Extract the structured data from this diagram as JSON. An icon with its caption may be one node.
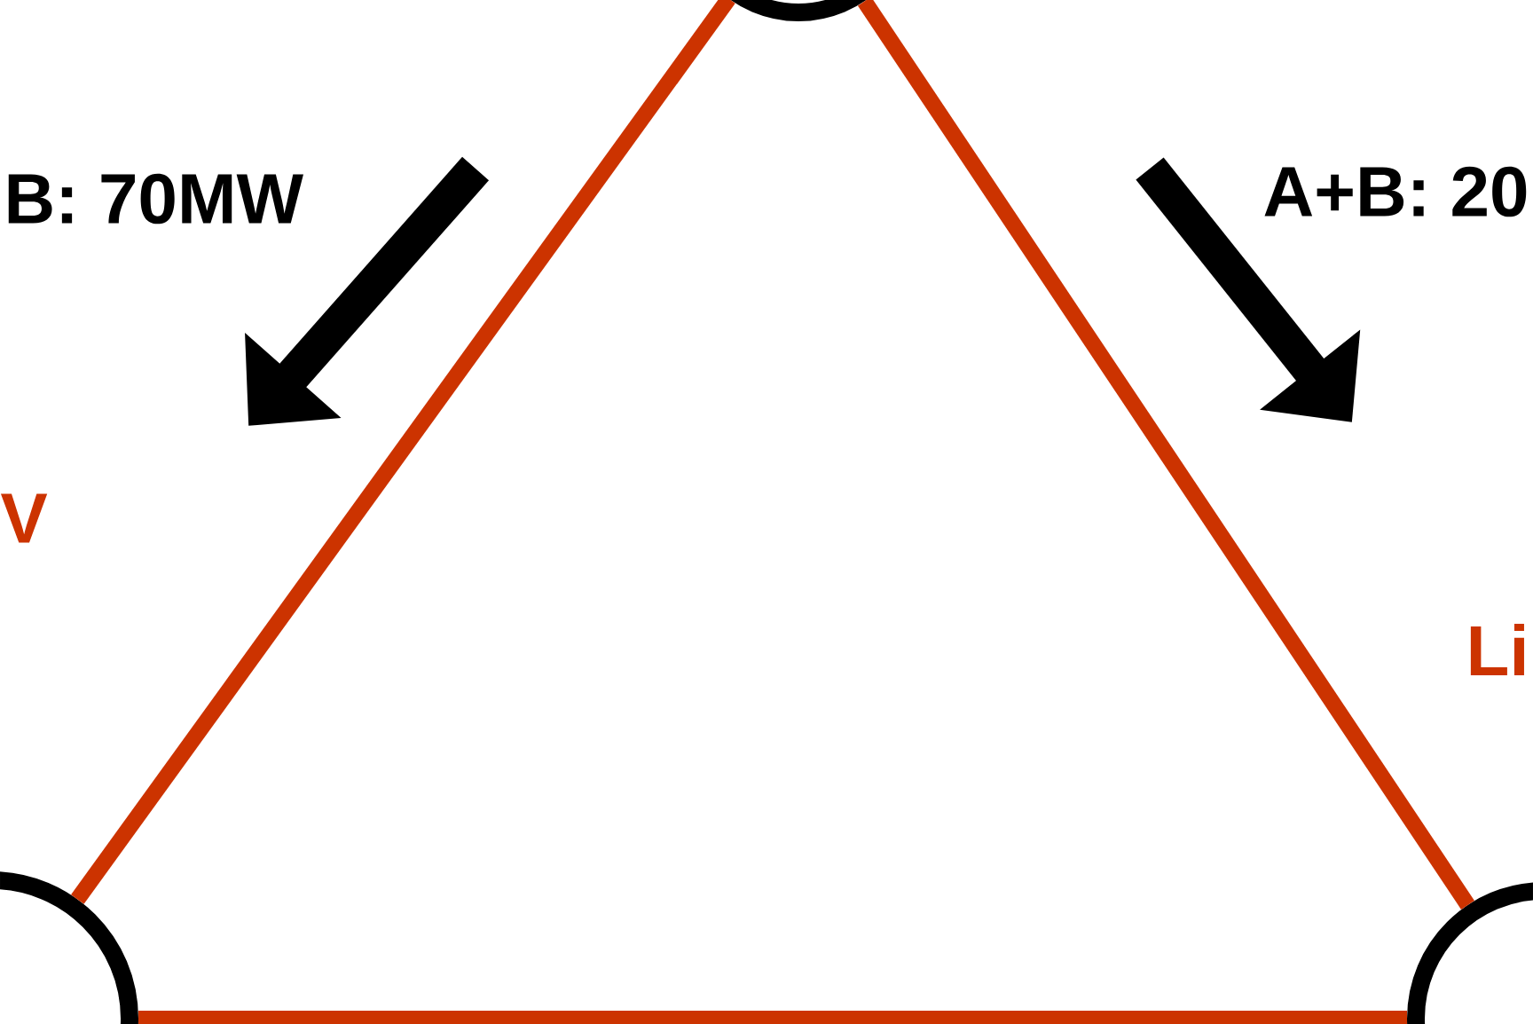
{
  "diagram": {
    "nodes": [
      {
        "text": [],
        "shape": "circle"
      },
      {
        "text": [],
        "shape": "circle"
      },
      {
        "text": [],
        "shape": "circle"
      }
    ],
    "edges": [
      {
        "from": 0,
        "to": 1,
        "arrow": "none"
      },
      {
        "from": 0,
        "to": 2,
        "arrow": "none"
      },
      {
        "from": 1,
        "to": 2,
        "arrow": "none"
      }
    ],
    "labels": [
      "B: 70MW",
      "A+B: 20",
      "V",
      "Li"
    ]
  }
}
